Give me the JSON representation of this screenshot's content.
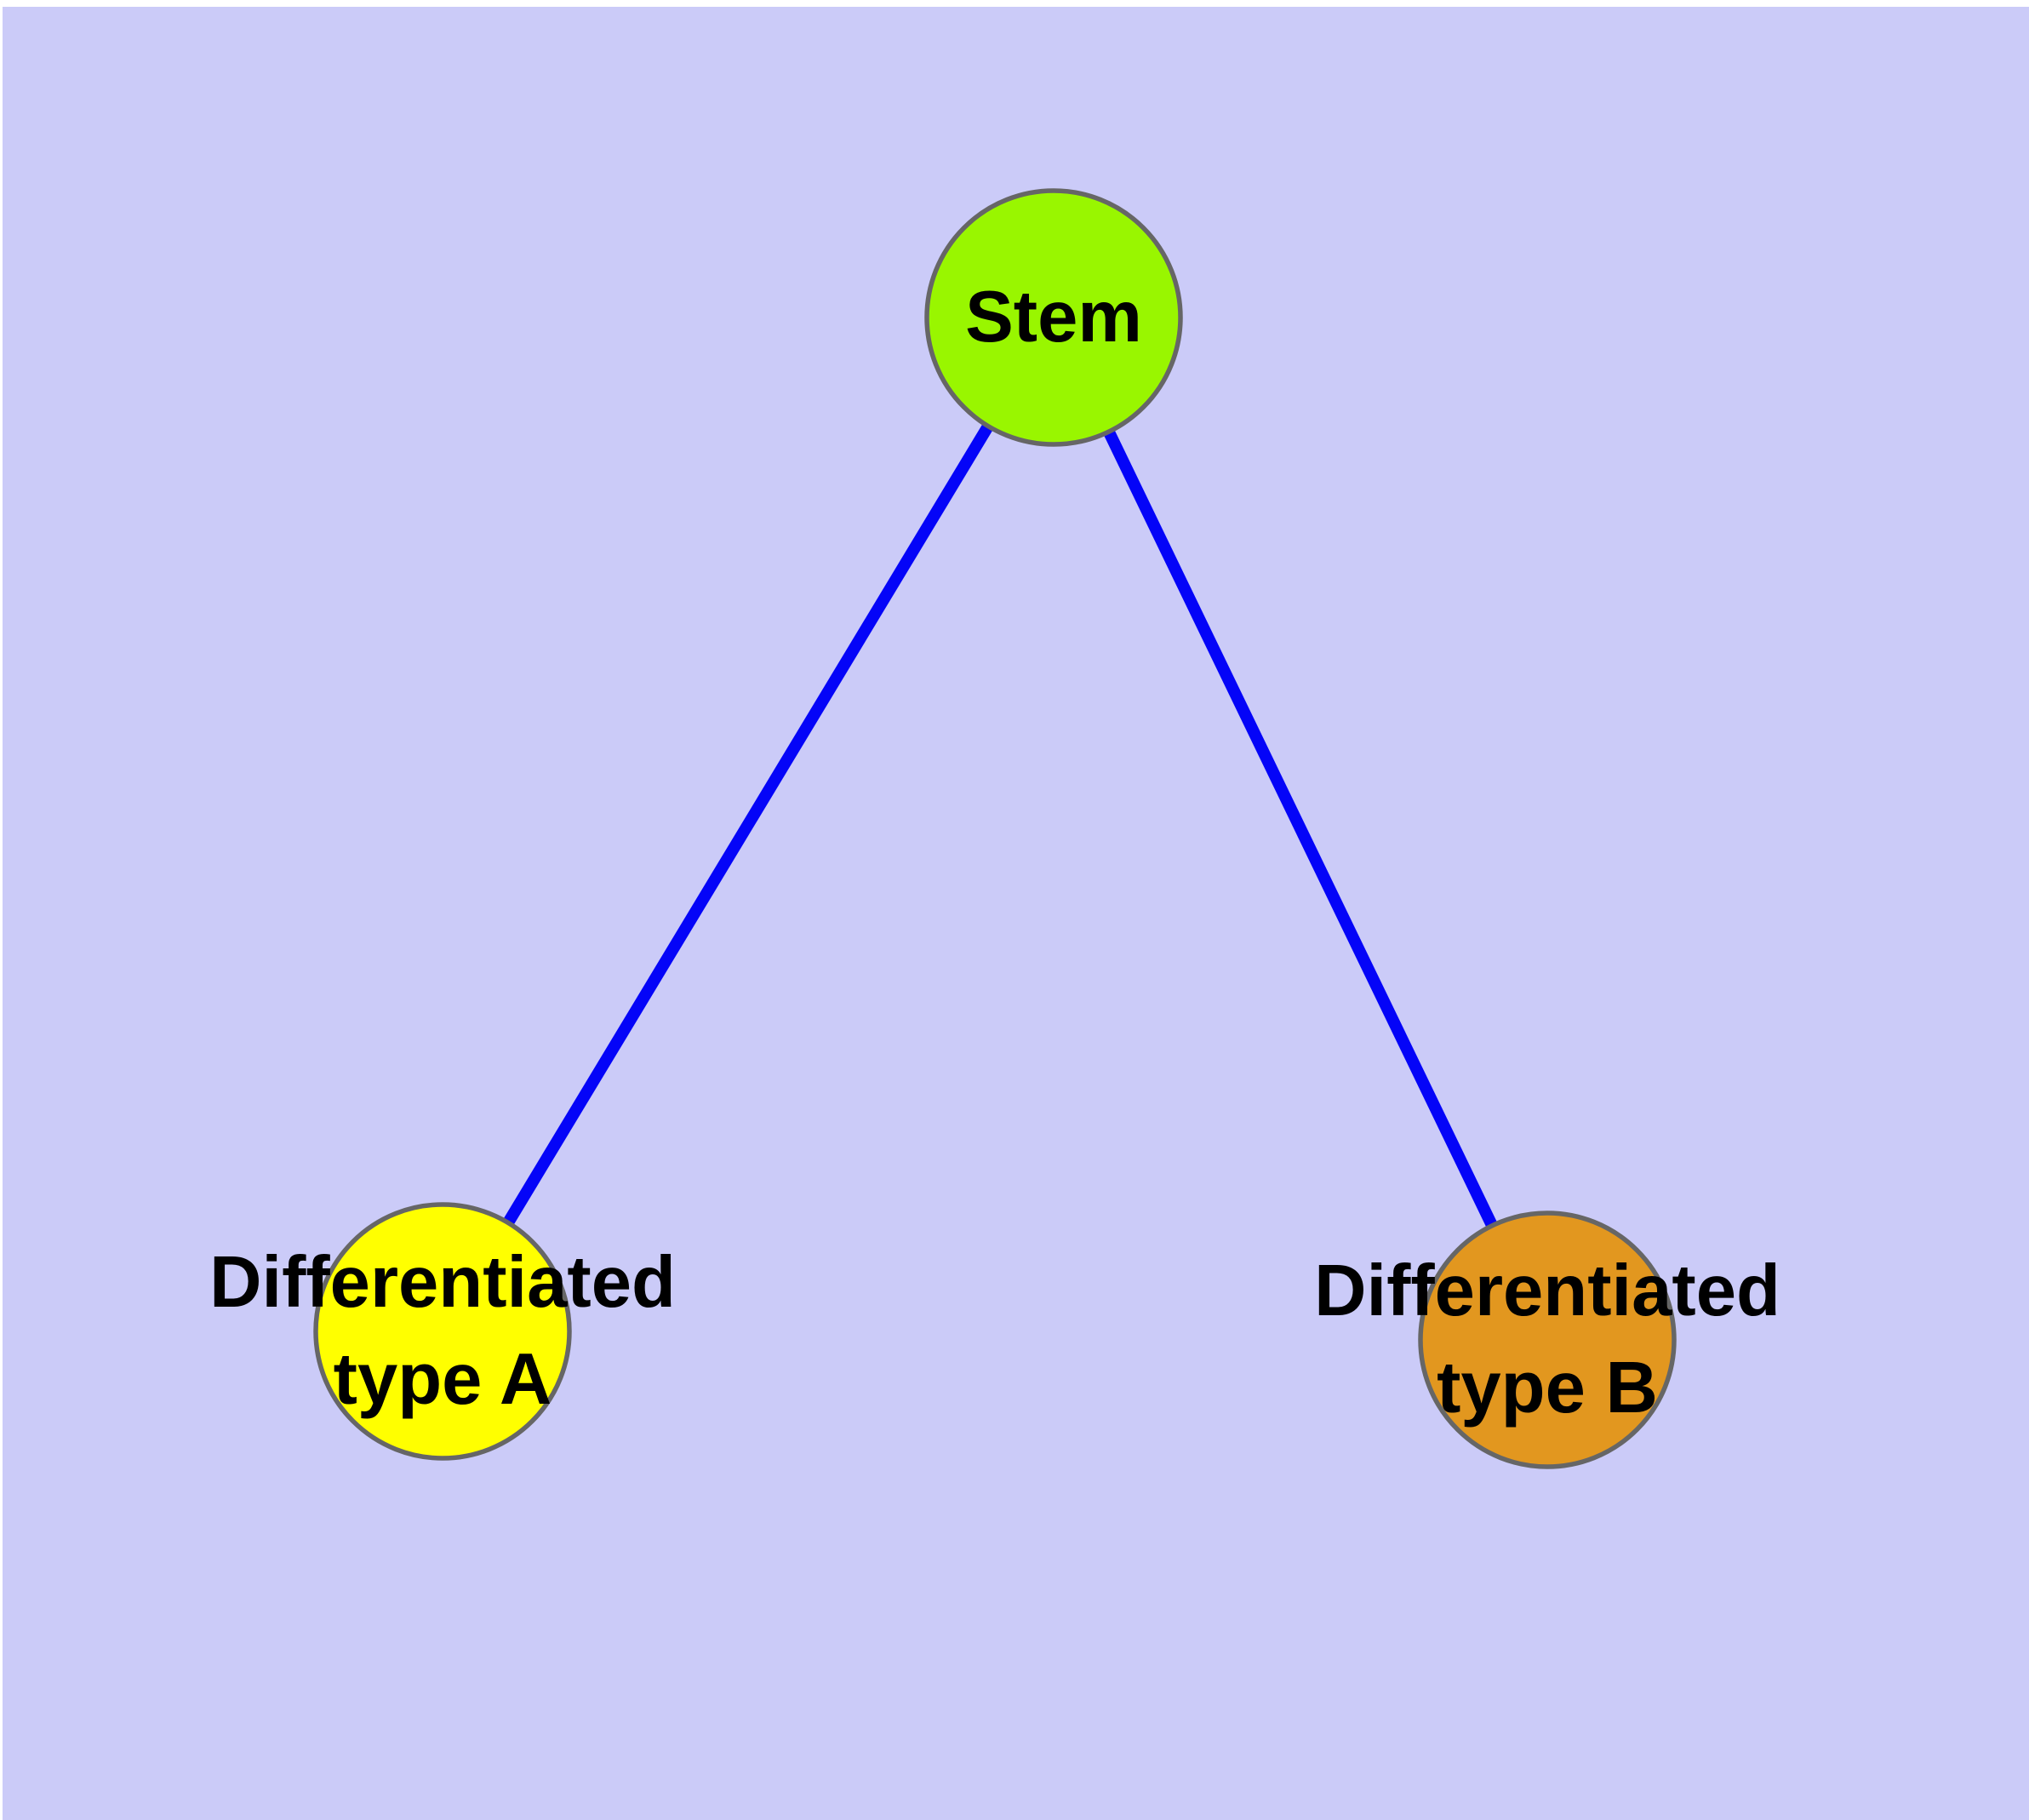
{
  "diagram": {
    "type": "node-link-graph",
    "background_color": "#CBCBF8",
    "edge_color": "#0404F8",
    "node_border_color": "#666666",
    "label_color": "#000000",
    "nodes": [
      {
        "id": "stem",
        "label_lines": [
          "Stem"
        ],
        "label": "Stem",
        "color": "#99F600"
      },
      {
        "id": "type-a",
        "label_lines": [
          "Differentiated",
          "type A"
        ],
        "label": "Differentiated type A",
        "color": "#FFFF00"
      },
      {
        "id": "type-b",
        "label_lines": [
          "Differentiated",
          "type B"
        ],
        "label": "Differentiated type B",
        "color": "#E2971F"
      }
    ],
    "edges": [
      {
        "from": "Stem",
        "to": "Differentiated type A"
      },
      {
        "from": "Stem",
        "to": "Differentiated type B"
      }
    ]
  }
}
